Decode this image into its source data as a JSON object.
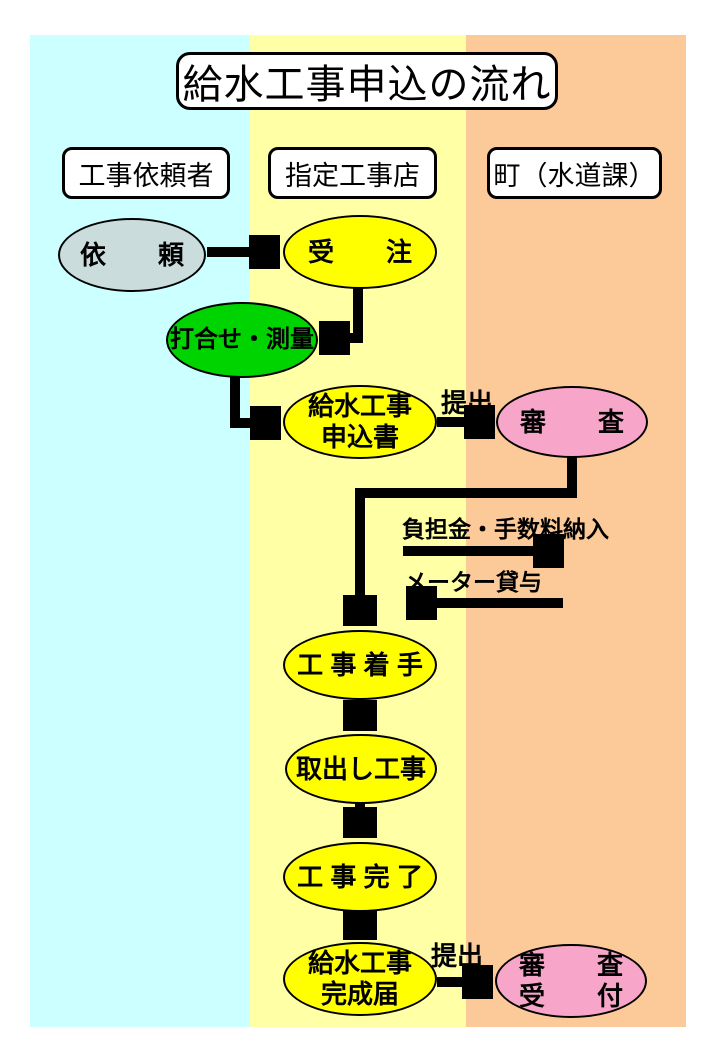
{
  "title": "給水工事申込の流れ",
  "columns": [
    {
      "id": "requester",
      "label": "工事依頼者"
    },
    {
      "id": "shop",
      "label": "指定工事店"
    },
    {
      "id": "town",
      "label": "町（水道課）"
    }
  ],
  "nodes": {
    "irai": "依　　頼",
    "juchu": "受　　注",
    "uchiawase": "打合せ・測量",
    "moshikomisho": "給水工事\n申込書",
    "shinsa": "審　　査",
    "chakushu": "工 事 着 手",
    "toridashi": "取出し工事",
    "kanryo": "工 事 完 了",
    "kanseitodoke": "給水工事\n完成届",
    "shinsa_uketsuke": "審　　査\n受　　付"
  },
  "labels": {
    "teishutsu_1": "提出",
    "futankin": "負担金・手数料納入",
    "meter_taiyo": "メーター貸与",
    "teishutsu_2": "提出"
  },
  "colors": {
    "column_cyan": "#ccffff",
    "column_yellow": "#ffffa6",
    "column_orange": "#fcc998",
    "node_gray": "#cbdcdc",
    "node_yellow": "#ffff00",
    "node_green": "#00d400",
    "node_pink": "#f7a6c9",
    "arrow_black": "#000000"
  }
}
